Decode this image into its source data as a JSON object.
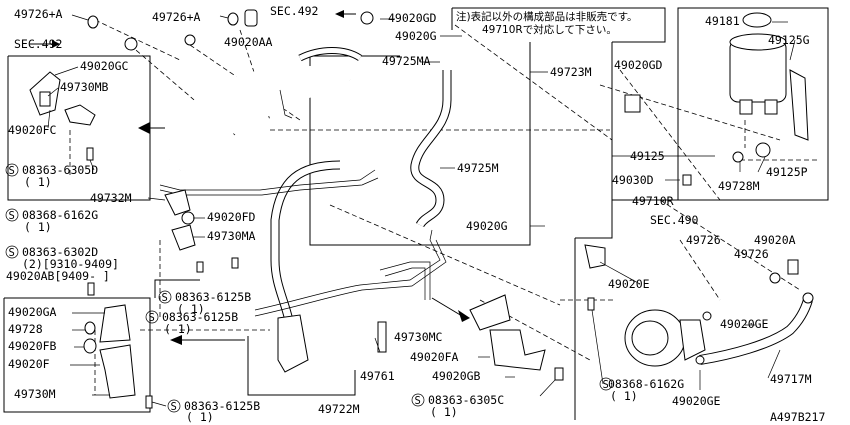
{
  "diagram": {
    "code": "A497B217",
    "note": {
      "line1": "注)表記以外の構成部品は非販売です。",
      "line2": "49710Rで対応して下さい。"
    },
    "labels": [
      {
        "id": "l1",
        "text": "49726+A"
      },
      {
        "id": "l2",
        "text": "49726+A"
      },
      {
        "id": "l3",
        "text": "SEC.492"
      },
      {
        "id": "l4",
        "text": "49020GD"
      },
      {
        "id": "l5",
        "text": "SEC.492"
      },
      {
        "id": "l6",
        "text": "49020AA"
      },
      {
        "id": "l7",
        "text": "49020G"
      },
      {
        "id": "l8",
        "text": "49725MA"
      },
      {
        "id": "l9",
        "text": "49723M"
      },
      {
        "id": "l10",
        "text": "49020GC"
      },
      {
        "id": "l11",
        "text": "49730MB"
      },
      {
        "id": "l12",
        "text": "49020FC"
      },
      {
        "id": "l13",
        "text": "08363-6305D"
      },
      {
        "id": "l14",
        "text": "( 1)"
      },
      {
        "id": "l15",
        "text": "49725M"
      },
      {
        "id": "l16",
        "text": "49732M"
      },
      {
        "id": "l17",
        "text": "08368-6162G"
      },
      {
        "id": "l18",
        "text": "( 1)"
      },
      {
        "id": "l19",
        "text": "49020FD"
      },
      {
        "id": "l20",
        "text": "49730MA"
      },
      {
        "id": "l21",
        "text": "49020G"
      },
      {
        "id": "l22",
        "text": "08363-6302D"
      },
      {
        "id": "l23",
        "text": "(2)[9310-9409]"
      },
      {
        "id": "l24",
        "text": "49020AB[9409-  ]"
      },
      {
        "id": "l25",
        "text": "08363-6125B"
      },
      {
        "id": "l26",
        "text": "( 1)"
      },
      {
        "id": "l27",
        "text": "08363-6125B"
      },
      {
        "id": "l28",
        "text": "( 1)"
      },
      {
        "id": "l29",
        "text": "49020GA"
      },
      {
        "id": "l30",
        "text": "49728"
      },
      {
        "id": "l31",
        "text": "49020FB"
      },
      {
        "id": "l32",
        "text": "49020F"
      },
      {
        "id": "l33",
        "text": "49730M"
      },
      {
        "id": "l34",
        "text": "08363-6125B"
      },
      {
        "id": "l35",
        "text": "( 1)"
      },
      {
        "id": "l36",
        "text": "49722M"
      },
      {
        "id": "l37",
        "text": "49761"
      },
      {
        "id": "l38",
        "text": "49730MC"
      },
      {
        "id": "l39",
        "text": "49020FA"
      },
      {
        "id": "l40",
        "text": "49020GB"
      },
      {
        "id": "l41",
        "text": "08363-6305C"
      },
      {
        "id": "l42",
        "text": "( 1)"
      },
      {
        "id": "l43",
        "text": "49020GD"
      },
      {
        "id": "l44",
        "text": "49125"
      },
      {
        "id": "l45",
        "text": "49030D"
      },
      {
        "id": "l46",
        "text": "49710R"
      },
      {
        "id": "l47",
        "text": "SEC.490"
      },
      {
        "id": "l48",
        "text": "49726"
      },
      {
        "id": "l49",
        "text": "49020A"
      },
      {
        "id": "l50",
        "text": "49726"
      },
      {
        "id": "l51",
        "text": "49020E"
      },
      {
        "id": "l52",
        "text": "49020GE"
      },
      {
        "id": "l53",
        "text": "08368-6162G"
      },
      {
        "id": "l54",
        "text": "( 1)"
      },
      {
        "id": "l55",
        "text": "49717M"
      },
      {
        "id": "l56",
        "text": "49020GE"
      },
      {
        "id": "l57",
        "text": "49181"
      },
      {
        "id": "l58",
        "text": "49125G"
      },
      {
        "id": "l59",
        "text": "49125P"
      },
      {
        "id": "l60",
        "text": "49728M"
      }
    ]
  }
}
